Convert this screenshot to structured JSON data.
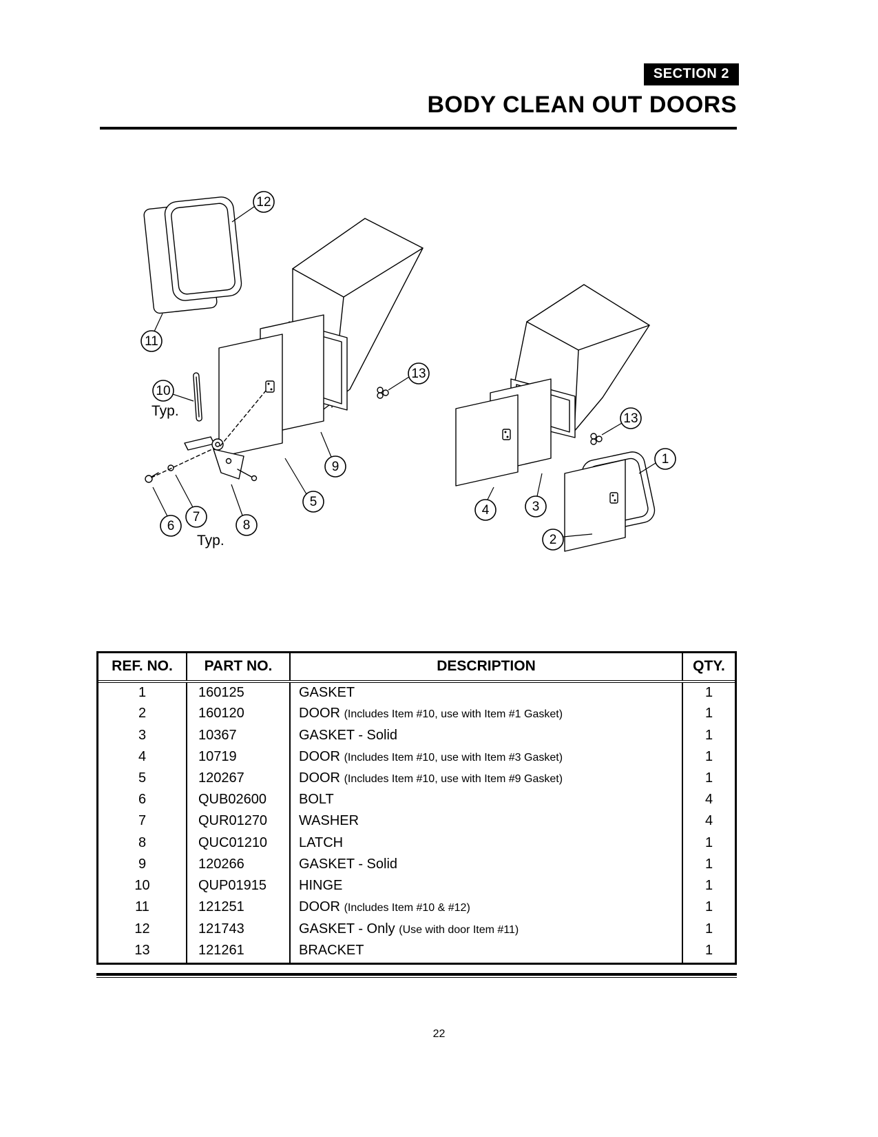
{
  "page": {
    "section_badge": "SECTION 2",
    "title": "BODY CLEAN OUT DOORS",
    "page_number": "22"
  },
  "diagram": {
    "typ_label": "Typ.",
    "callouts": [
      {
        "n": "12"
      },
      {
        "n": "11"
      },
      {
        "n": "10"
      },
      {
        "n": "13"
      },
      {
        "n": "9"
      },
      {
        "n": "5"
      },
      {
        "n": "6"
      },
      {
        "n": "7"
      },
      {
        "n": "8"
      },
      {
        "n": "13"
      },
      {
        "n": "1"
      },
      {
        "n": "3"
      },
      {
        "n": "4"
      },
      {
        "n": "2"
      }
    ]
  },
  "table": {
    "headers": [
      "REF. NO.",
      "PART NO.",
      "DESCRIPTION",
      "QTY."
    ],
    "rows": [
      {
        "ref": "1",
        "part": "160125",
        "desc": "GASKET",
        "note": "",
        "qty": "1"
      },
      {
        "ref": "2",
        "part": "160120",
        "desc": "DOOR",
        "note": "(Includes Item #10, use with Item #1 Gasket)",
        "qty": "1"
      },
      {
        "ref": "3",
        "part": "10367",
        "desc": "GASKET - Solid",
        "note": "",
        "qty": "1"
      },
      {
        "ref": "4",
        "part": "10719",
        "desc": "DOOR",
        "note": "(Includes Item #10, use with Item #3 Gasket)",
        "qty": "1"
      },
      {
        "ref": "5",
        "part": "120267",
        "desc": "DOOR",
        "note": "(Includes Item #10, use with Item #9 Gasket)",
        "qty": "1"
      },
      {
        "ref": "6",
        "part": "QUB02600",
        "desc": "BOLT",
        "note": "",
        "qty": "4"
      },
      {
        "ref": "7",
        "part": "QUR01270",
        "desc": "WASHER",
        "note": "",
        "qty": "4"
      },
      {
        "ref": "8",
        "part": "QUC01210",
        "desc": "LATCH",
        "note": "",
        "qty": "1"
      },
      {
        "ref": "9",
        "part": "120266",
        "desc": "GASKET - Solid",
        "note": "",
        "qty": "1"
      },
      {
        "ref": "10",
        "part": "QUP01915",
        "desc": "HINGE",
        "note": "",
        "qty": "1"
      },
      {
        "ref": "11",
        "part": "121251",
        "desc": "DOOR",
        "note": "(Includes Item #10 & #12)",
        "qty": "1"
      },
      {
        "ref": "12",
        "part": "121743",
        "desc": "GASKET - Only",
        "note": "(Use with door Item #11)",
        "qty": "1"
      },
      {
        "ref": "13",
        "part": "121261",
        "desc": "BRACKET",
        "note": "",
        "qty": "1"
      }
    ]
  }
}
